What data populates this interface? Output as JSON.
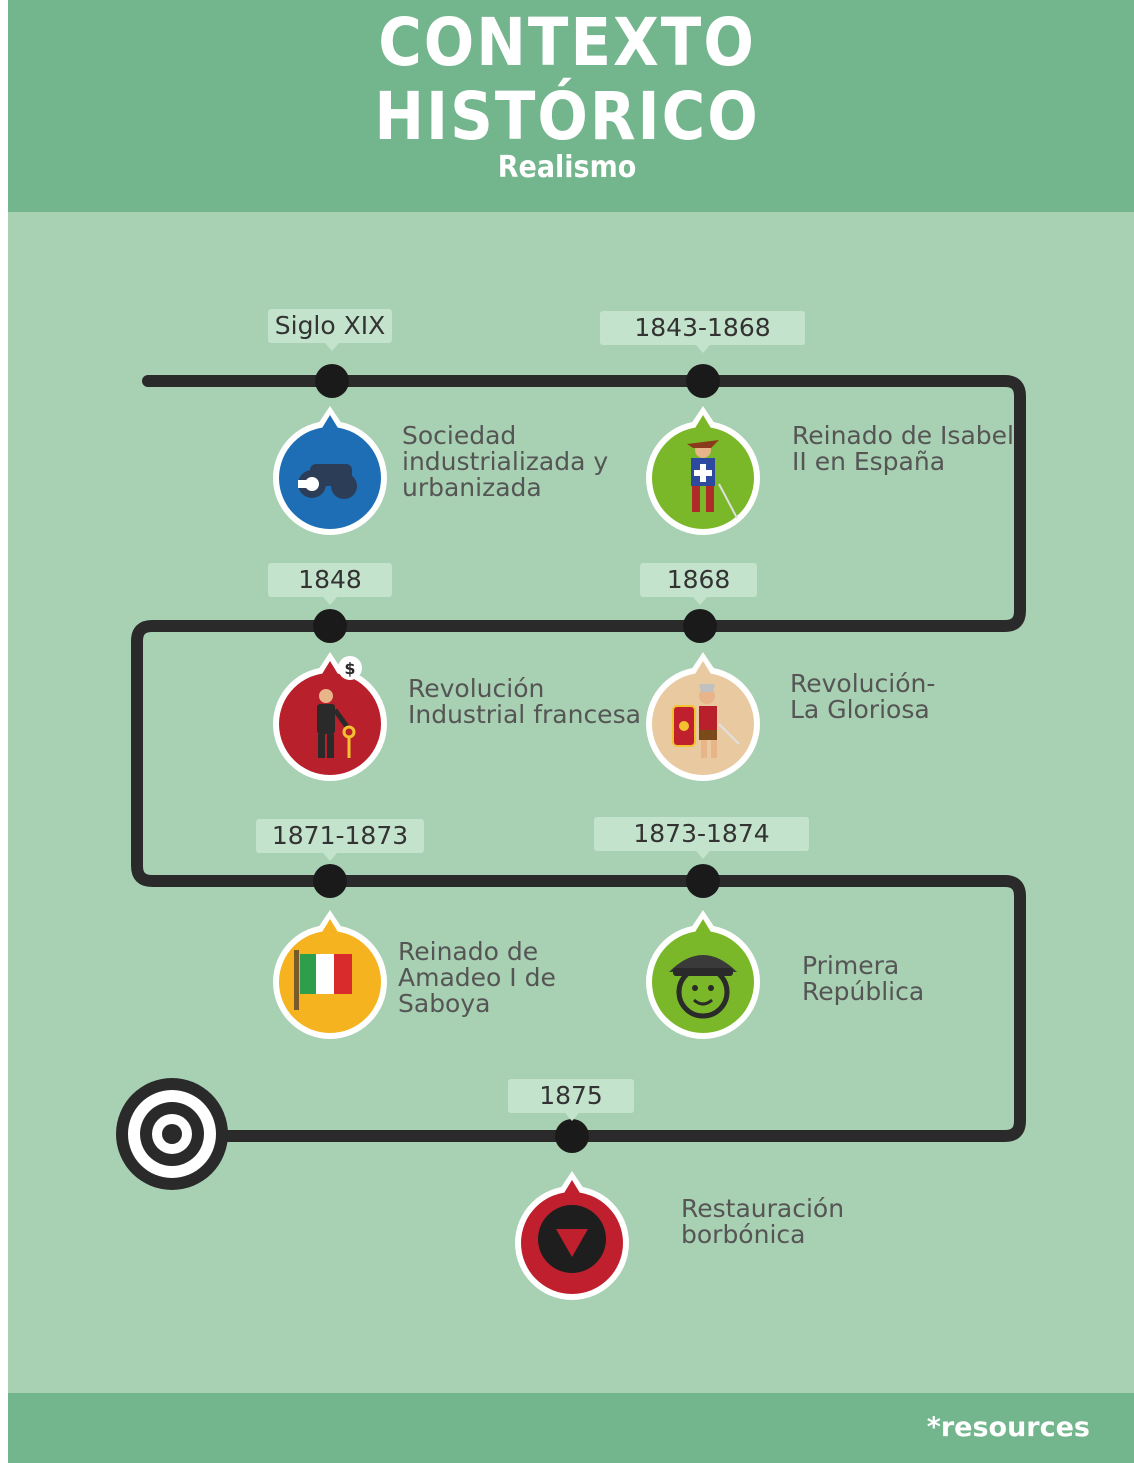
{
  "header": {
    "title_line1": "CONTEXTO",
    "title_line2": "HISTÓRICO",
    "subtitle": "Realismo"
  },
  "footer": {
    "resources": "*resources"
  },
  "colors": {
    "header_bg": "#73b58c",
    "body_bg": "#a8d0b2",
    "label_bg": "#c4e3cc",
    "line": "#2a2a2a"
  },
  "events": [
    {
      "date": "Siglo XIX",
      "lines": [
        "Sociedad",
        "industrializada y",
        "urbanizada"
      ],
      "icon": "tractor-icon",
      "color": "#1d6eb5"
    },
    {
      "date": "1843-1868",
      "lines": [
        "Reinado de Isabel",
        "II en España"
      ],
      "icon": "musketeer-icon",
      "color": "#7ab829"
    },
    {
      "date": "1848",
      "lines": [
        "Revolución",
        "Industrial francesa"
      ],
      "icon": "businessman-icon",
      "color": "#b8202b"
    },
    {
      "date": "1868",
      "lines": [
        "Revolución-",
        "La Gloriosa"
      ],
      "icon": "roman-soldier-icon",
      "color": "#e8c9a0"
    },
    {
      "date": "1871-1873",
      "lines": [
        "Reinado de",
        "Amadeo I de",
        "Saboya"
      ],
      "icon": "italian-flag-icon",
      "color": "#f4b31f"
    },
    {
      "date": "1873-1874",
      "lines": [
        "Primera",
        "República"
      ],
      "icon": "officer-icon",
      "color": "#7ab829"
    },
    {
      "date": "1875",
      "lines": [
        "Restauración",
        "borbónica"
      ],
      "icon": "down-arrow-icon",
      "color": "#c0202e"
    }
  ]
}
